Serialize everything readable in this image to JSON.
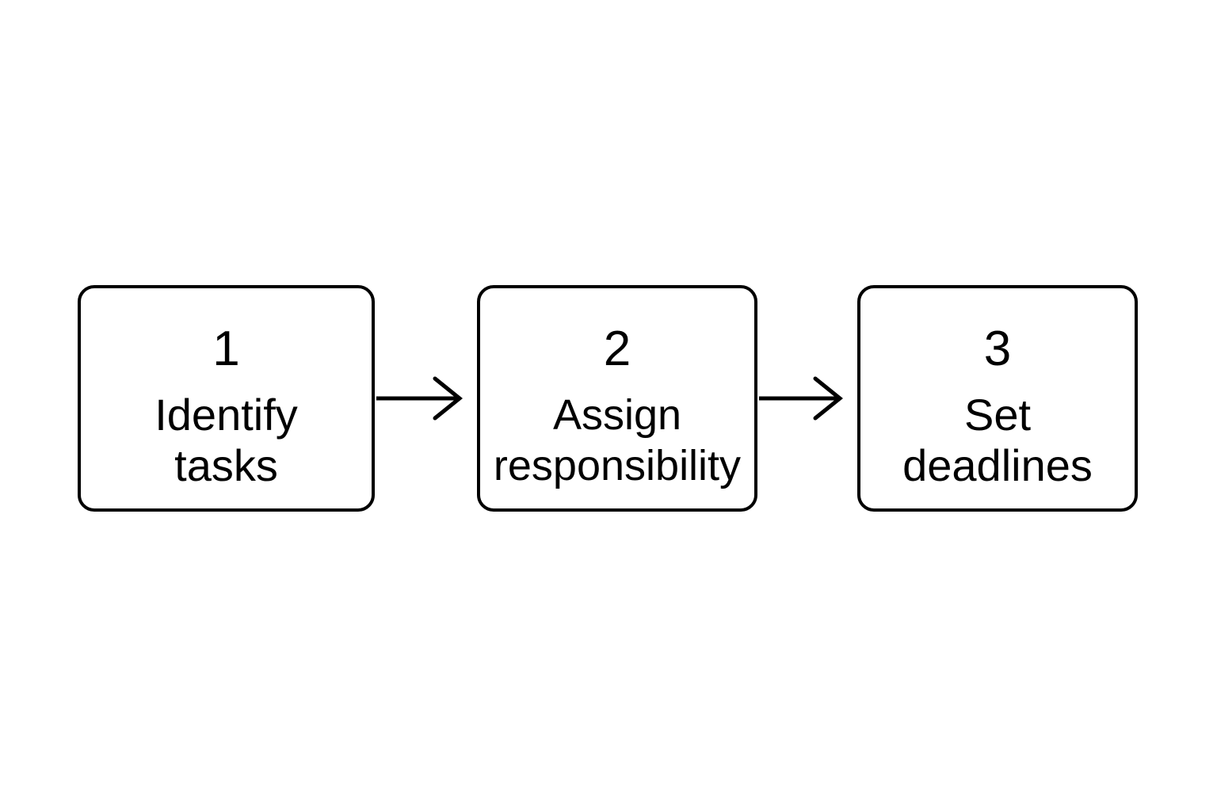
{
  "diagram": {
    "type": "horizontal-process-flow",
    "background_color": "#ffffff",
    "stroke_color": "#000000",
    "steps": [
      {
        "number": "1",
        "label_lines": [
          "Identify",
          "tasks"
        ],
        "label_text": "Identify tasks"
      },
      {
        "number": "2",
        "label_lines": [
          "Assign",
          "responsibility"
        ],
        "label_text": "Assign responsibility"
      },
      {
        "number": "3",
        "label_lines": [
          "Set",
          "deadlines"
        ],
        "label_text": "Set deadlines"
      }
    ],
    "connectors": [
      {
        "name": "arrow-step1-to-step2",
        "direction": "right"
      },
      {
        "name": "arrow-step2-to-step3",
        "direction": "right"
      }
    ]
  }
}
